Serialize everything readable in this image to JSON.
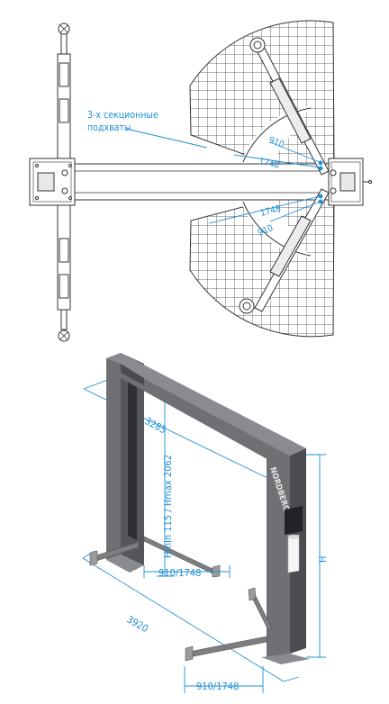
{
  "top_view": {
    "arm_label_line1": "3-х секционные",
    "arm_label_line2": "подхваты",
    "dim_910_upper": "910",
    "dim_1748_upper": "1748",
    "dim_1748_lower": "1748",
    "dim_910_lower": "910"
  },
  "iso_view": {
    "brand_logo": "NORDBERG",
    "dim_width": "3285",
    "dim_height_range": "Hmin 115 / Hmax 2062",
    "dim_arm_reach_upper": "910/1748",
    "dim_overall_width": "3920",
    "dim_height": "H",
    "dim_arm_reach_lower": "910/1748"
  },
  "colors": {
    "accent": "#1f8fd6",
    "frame_gray": "#6f7073",
    "frame_dark": "#4b4c4f",
    "frame_light": "#8a8b8e",
    "line": "#333333"
  }
}
